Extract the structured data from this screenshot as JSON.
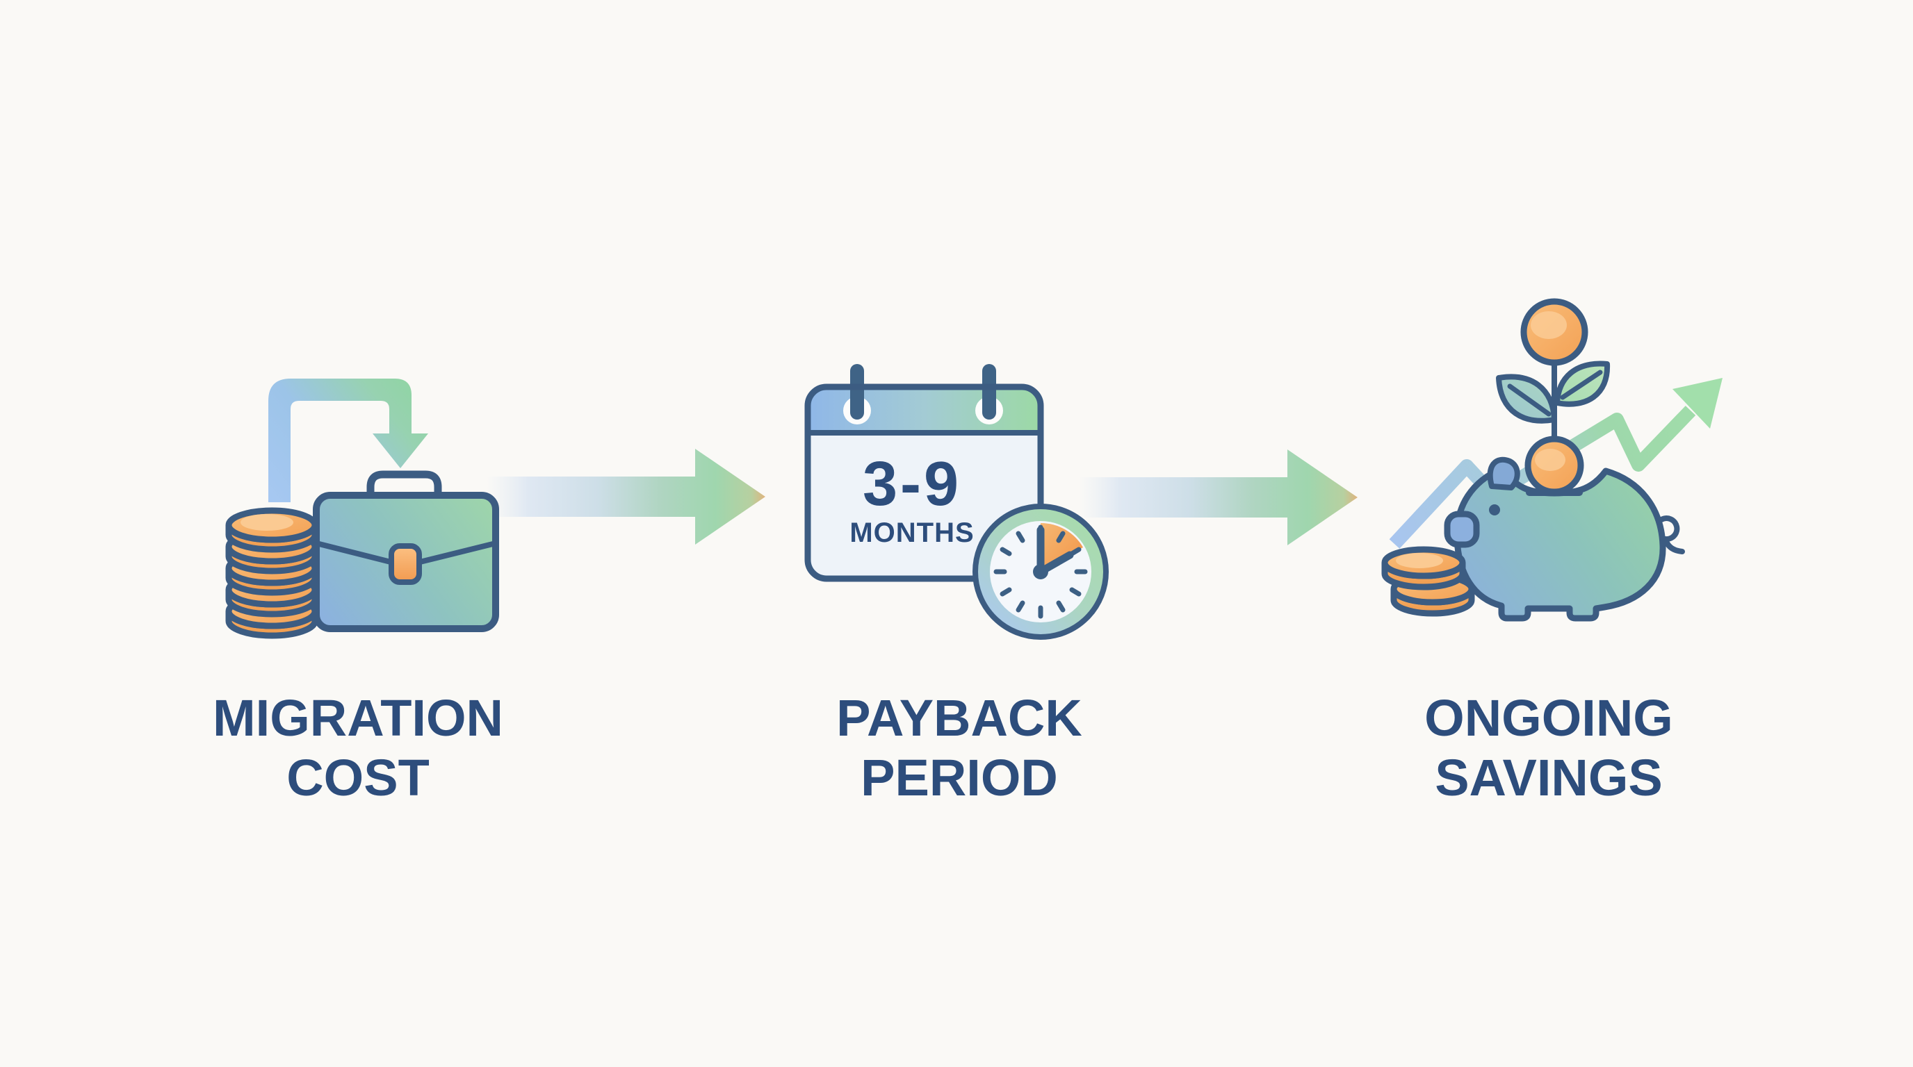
{
  "diagram": {
    "type": "process-flow-infographic",
    "background_color": "#faf9f6",
    "outline_color": "#3c5c82",
    "text_color": "#2d4d7c",
    "accent_orange": "#f4a85c",
    "accent_blue": "#8fb3e3",
    "accent_green": "#98d3a6",
    "steps": [
      {
        "id": "migration-cost",
        "icon": "briefcase-coins-transfer-icon",
        "label_line1": "MIGRATION",
        "label_line2": "COST"
      },
      {
        "id": "payback-period",
        "icon": "calendar-clock-icon",
        "label_line1": "PAYBACK",
        "label_line2": "PERIOD",
        "calendar_value": "3-9",
        "calendar_unit": "MONTHS"
      },
      {
        "id": "ongoing-savings",
        "icon": "piggy-bank-growth-icon",
        "label_line1": "ONGOING",
        "label_line2": "SAVINGS"
      }
    ],
    "connectors": [
      {
        "id": "flow-arrow-1",
        "from": "migration-cost",
        "to": "payback-period"
      },
      {
        "id": "flow-arrow-2",
        "from": "payback-period",
        "to": "ongoing-savings"
      }
    ]
  }
}
